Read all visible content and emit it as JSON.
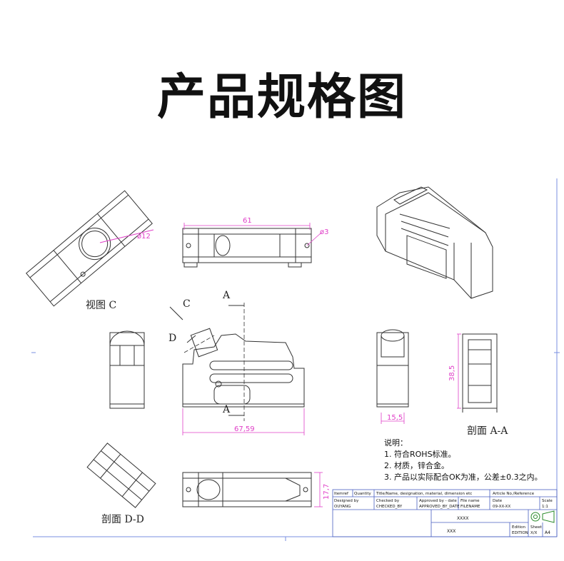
{
  "title": "产品规格图",
  "dimensions": {
    "d12": "ø12",
    "d3": "ø3",
    "w61": "61",
    "w6759": "67,59",
    "h385": "38,5",
    "w155": "15,5",
    "h177": "17,7"
  },
  "section_marks": {
    "a": "A",
    "c": "C",
    "d": "D"
  },
  "view_labels": {
    "view_c": "视图 C",
    "section_aa": "剖面 A-A",
    "section_dd": "剖面 D-D"
  },
  "notes": {
    "heading": "说明：",
    "items": [
      "1. 符合ROHS标准。",
      "2. 材质，锌合金。",
      "3. 产品以实际配合OK为准，公差±0.3之内。"
    ]
  },
  "title_block": {
    "itemref": "Itemref",
    "quantity": "Quantity",
    "title_header": "Title/Name, designation, material, dimension etc",
    "article_header": "Article No./Reference",
    "designed_by_label": "Designed by",
    "designed_by": "OUYANG",
    "checked_by_label": "Checked by",
    "checked_by": "CHECKED_BY",
    "approved_label": "Approved by - date",
    "approved": "APPROVED_BY_DATE",
    "file_name_label": "File name",
    "file_name": "FILENAME",
    "date_label": "Date",
    "date": "09-XX-XX",
    "scale_label": "Scale",
    "scale": "1:1",
    "name_value": "XXXX",
    "xxx": "XXX",
    "edition_label": "Edition",
    "edition": "EDITION",
    "sheet_label": "Sheet",
    "sheet": "X/X",
    "paper": "A4"
  }
}
